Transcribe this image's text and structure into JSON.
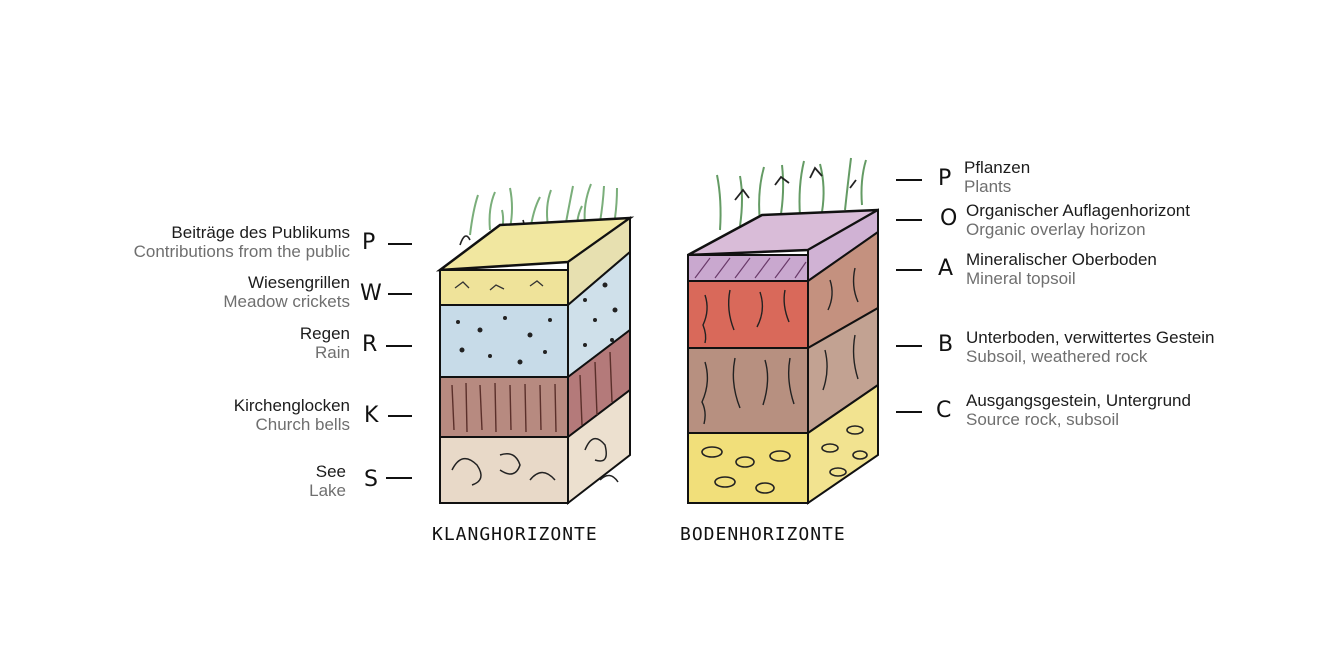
{
  "left_block": {
    "caption": "KLANGHORIZONTE",
    "layers": [
      {
        "letter": "P",
        "de": "Beiträge des Publikums",
        "en": "Contributions from the public"
      },
      {
        "letter": "W",
        "de": "Wiesengrillen",
        "en": "Meadow crickets"
      },
      {
        "letter": "R",
        "de": "Regen",
        "en": "Rain"
      },
      {
        "letter": "K",
        "de": "Kirchenglocken",
        "en": "Church bells"
      },
      {
        "letter": "S",
        "de": "See",
        "en": "Lake"
      }
    ]
  },
  "right_block": {
    "caption": "BODENHORIZONTE",
    "layers": [
      {
        "letter": "P",
        "de": "Pflanzen",
        "en": "Plants"
      },
      {
        "letter": "O",
        "de": "Organischer Auflagenhorizont",
        "en": "Organic overlay horizon"
      },
      {
        "letter": "A",
        "de": "Mineralischer Oberboden",
        "en": "Mineral topsoil"
      },
      {
        "letter": "B",
        "de": "Unterboden, verwittertes Gestein",
        "en": "Subsoil, weathered rock"
      },
      {
        "letter": "C",
        "de": "Ausgangsgestein, Untergrund",
        "en": "Source rock, subsoil"
      }
    ]
  }
}
